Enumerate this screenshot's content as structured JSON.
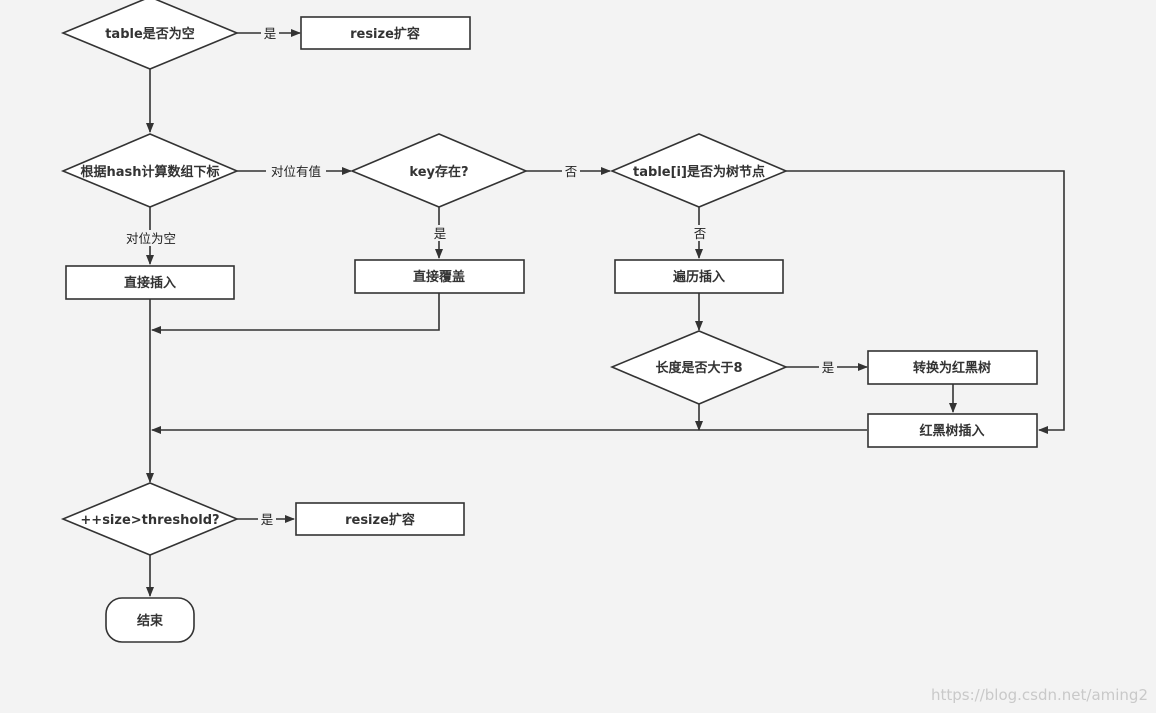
{
  "diagram": {
    "nodes": {
      "table_empty": "table是否为空",
      "resize_top": "resize扩容",
      "compute_index": "根据hash计算数组下标",
      "key_exists": "key存在?",
      "is_tree_node": "table[i]是否为树节点",
      "direct_insert": "直接插入",
      "direct_overwrite": "直接覆盖",
      "traverse_insert": "遍历插入",
      "length_gt8": "长度是否大于8",
      "convert_rbtree": "转换为红黑树",
      "rbtree_insert": "红黑树插入",
      "size_threshold": "++size>threshold?",
      "resize_bottom": "resize扩容",
      "end": "结束"
    },
    "edge_labels": {
      "empty_yes": "是",
      "slot_has_value": "对位有值",
      "key_no": "否",
      "slot_empty": "对位为空",
      "key_yes": "是",
      "tree_no": "否",
      "len_yes": "是",
      "threshold_yes": "是"
    }
  },
  "watermark": "https://blog.csdn.net/aming2",
  "colors": {
    "stroke": "#333333",
    "fill": "#ffffff",
    "background": "#f3f3f3"
  }
}
